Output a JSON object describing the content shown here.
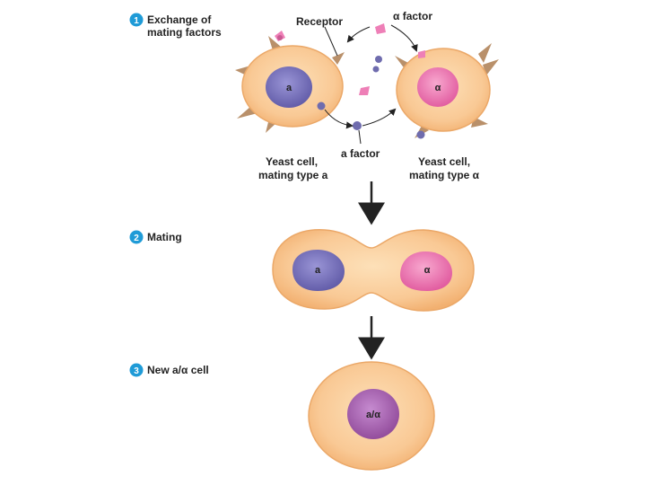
{
  "steps": [
    {
      "number": "1",
      "line1": "Exchange of",
      "line2": "mating factors"
    },
    {
      "number": "2",
      "line1": "Mating"
    },
    {
      "number": "3",
      "line1": "New a/α cell"
    }
  ],
  "labels": {
    "receptor": "Receptor",
    "alpha_factor": "α factor",
    "a_factor": "a factor",
    "cell_a_line1": "Yeast cell,",
    "cell_a_line2": "mating type a",
    "cell_alpha_line1": "Yeast cell,",
    "cell_alpha_line2": "mating type α"
  },
  "nuclei": {
    "a": "a",
    "alpha": "α",
    "fused_a": "a",
    "fused_alpha": "α",
    "diploid": "a/α"
  },
  "colors": {
    "step_badge": "#1f9bd7",
    "cell_fill": "#f7c48e",
    "cell_stroke": "#e8a868",
    "nucleus_a": "#7a73bd",
    "nucleus_alpha": "#ee78b4",
    "nucleus_diploid": "#a65fad",
    "receptor_spike": "#b9906a",
    "a_factor_dot": "#6f6cae",
    "alpha_factor": "#ee7fb7",
    "arrow": "#222222"
  }
}
